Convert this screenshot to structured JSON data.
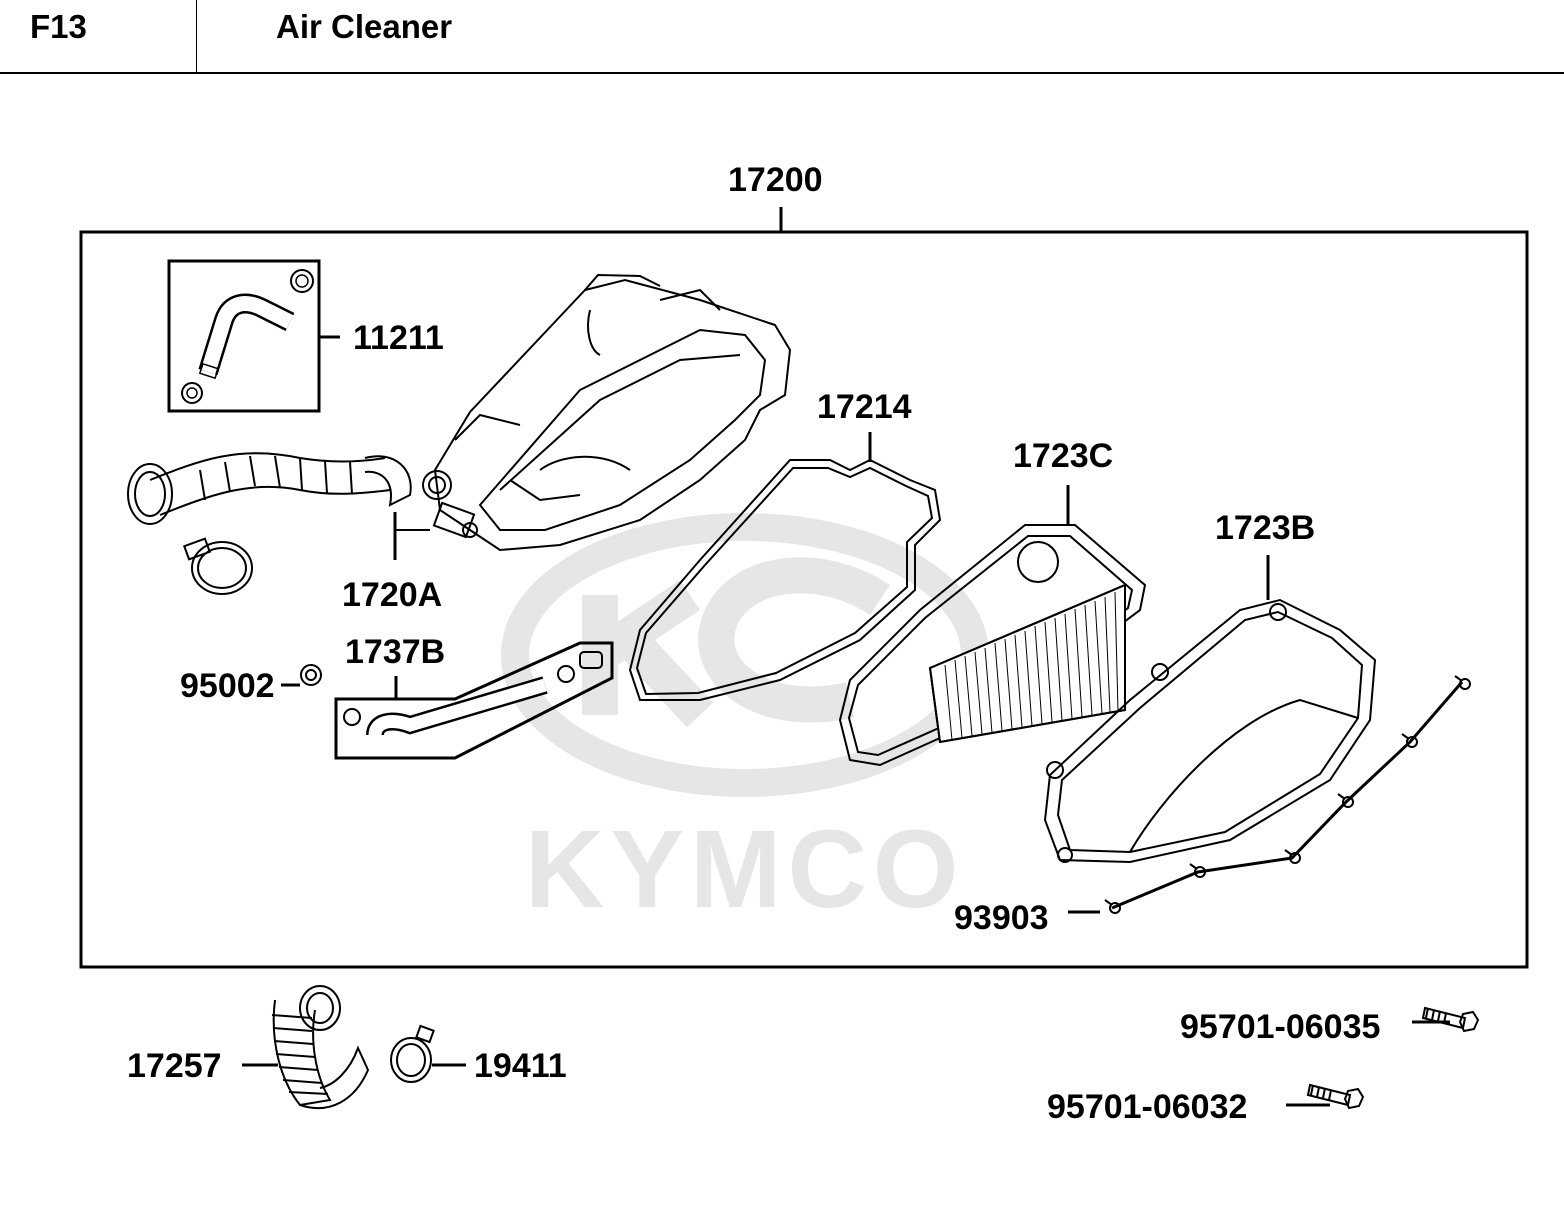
{
  "header": {
    "section_code": "F13",
    "title": "Air Cleaner"
  },
  "watermark": {
    "brand": "KYMCO",
    "color": "#e4e4e4"
  },
  "callouts": {
    "assembly": "17200",
    "breather_hose_kit": "11211",
    "inlet_duct": "1720A",
    "drain_hose_kit": "1737B",
    "clip": "95002",
    "gasket": "17214",
    "element": "1723C",
    "cover": "1723B",
    "screw": "93903",
    "bolt_a": "95701-06035",
    "bolt_b": "95701-06032",
    "intake_tube": "17257",
    "band": "19411"
  },
  "colors": {
    "line": "#000000",
    "background": "#ffffff"
  }
}
